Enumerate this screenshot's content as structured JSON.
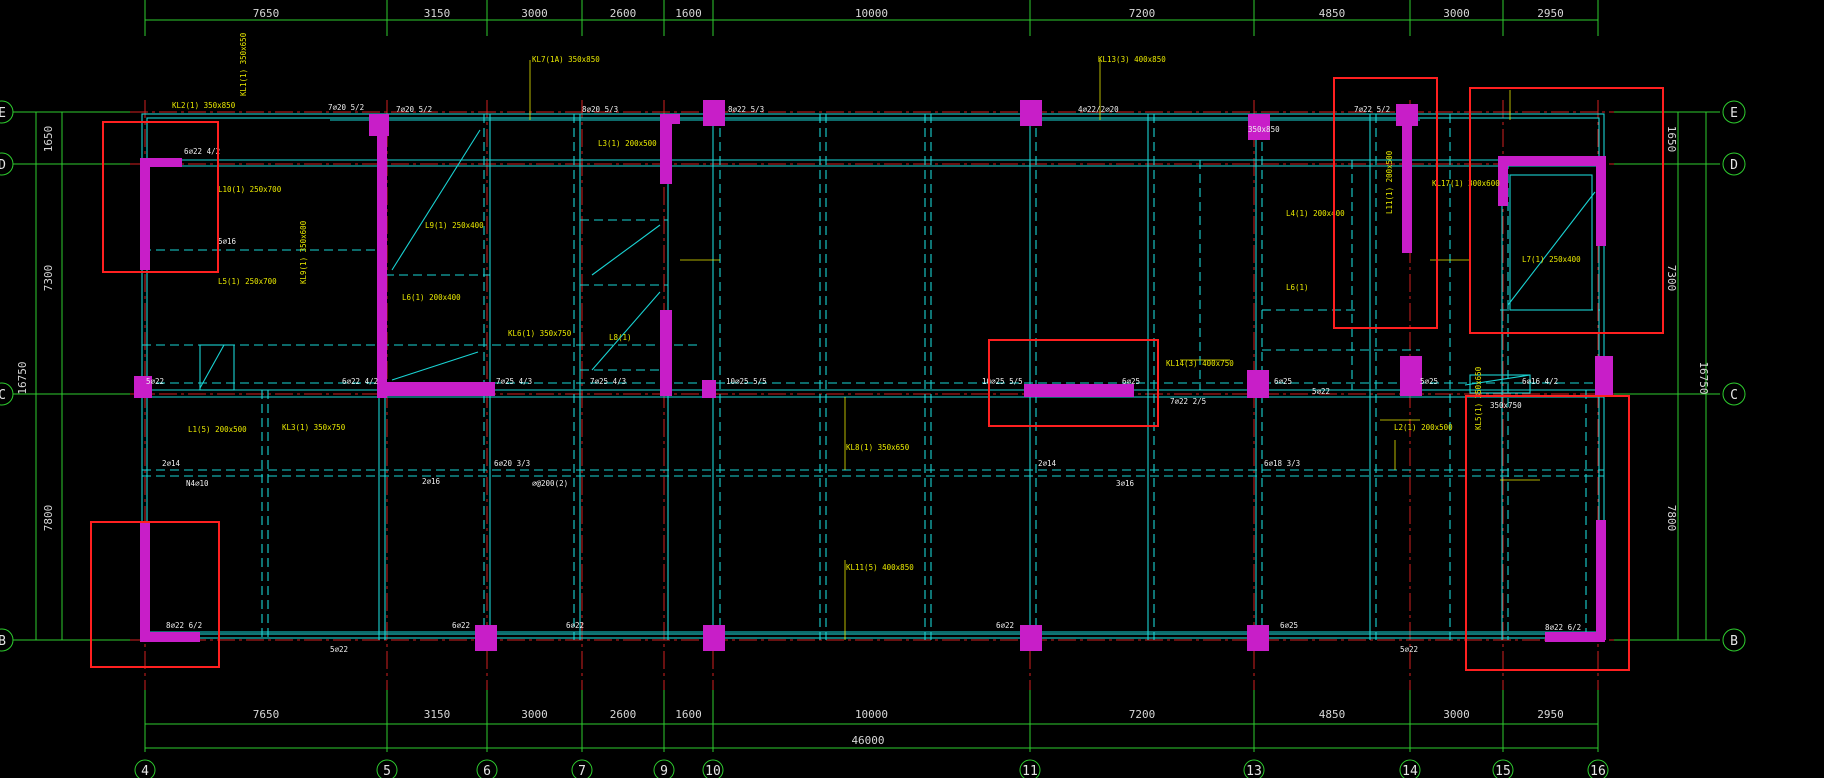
{
  "dims_top": [
    "7650",
    "3150",
    "3000",
    "2600",
    "1600",
    "10000",
    "7200",
    "4850",
    "3000",
    "2950"
  ],
  "dims_bottom": [
    "7650",
    "3150",
    "3000",
    "2600",
    "1600",
    "10000",
    "7200",
    "4850",
    "3000",
    "2950"
  ],
  "total_dim": "46000",
  "col_axes": [
    "4",
    "5",
    "6",
    "7",
    "9",
    "10",
    "11",
    "13",
    "14",
    "15",
    "16"
  ],
  "row_axes": [
    "E",
    "D",
    "C",
    "B"
  ],
  "left_dims": [
    "1650",
    "7300",
    "7800"
  ],
  "left_total": "16750",
  "right_dims": [
    "1650",
    "7300",
    "7800"
  ],
  "right_total": "16750",
  "beam_labels": [
    {
      "t": "KL2(1) 350x850",
      "c": "ann"
    },
    {
      "t": "KL1(1) 350x650",
      "c": "ann"
    },
    {
      "t": "L10(1) 250x700",
      "c": "ann"
    },
    {
      "t": "L5(1) 250x700",
      "c": "ann"
    },
    {
      "t": "L9(1) 250x400",
      "c": "ann"
    },
    {
      "t": "L6(1) 200x400",
      "c": "ann"
    },
    {
      "t": "KL7(1A) 350x850",
      "c": "ann"
    },
    {
      "t": "KL9(1) 350x600",
      "c": "ann"
    },
    {
      "t": "L3(1) 200x500",
      "c": "ann"
    },
    {
      "t": "KL6(1) 350x750",
      "c": "ann"
    },
    {
      "t": "L1(5) 200x500",
      "c": "ann"
    },
    {
      "t": "KL3(1) 350x750",
      "c": "ann"
    },
    {
      "t": "KL8(1) 350x650",
      "c": "ann"
    },
    {
      "t": "KL11(5) 400x850",
      "c": "ann"
    },
    {
      "t": "KL13(3) 400x850",
      "c": "ann"
    },
    {
      "t": "KL14(3) 400x750",
      "c": "ann"
    },
    {
      "t": "L4(1) 200x400",
      "c": "ann"
    },
    {
      "t": "L11(1) 200x500",
      "c": "ann"
    },
    {
      "t": "KL17(1) 300x600",
      "c": "ann"
    },
    {
      "t": "L7(1) 250x400",
      "c": "ann"
    },
    {
      "t": "L2(1) 200x500",
      "c": "ann"
    },
    {
      "t": "KL5(1) 350x650",
      "c": "ann"
    },
    {
      "t": "L8(1)",
      "c": "ann"
    },
    {
      "t": "L6(1)",
      "c": "ann"
    }
  ],
  "rebar_labels": [
    {
      "t": "7⌀20 5/2",
      "c": "annw"
    },
    {
      "t": "7⌀20 5/2",
      "c": "annw"
    },
    {
      "t": "8⌀20 5/3",
      "c": "annw"
    },
    {
      "t": "8⌀22 5/3",
      "c": "annw"
    },
    {
      "t": "4⌀22/2⌀20",
      "c": "annw"
    },
    {
      "t": "7⌀22 5/2",
      "c": "annw"
    },
    {
      "t": "6⌀22 4/2",
      "c": "annw"
    },
    {
      "t": "5⌀16",
      "c": "annw"
    },
    {
      "t": "5⌀22",
      "c": "annw"
    },
    {
      "t": "6⌀22 4/2",
      "c": "annw"
    },
    {
      "t": "7⌀25 4/3",
      "c": "annw"
    },
    {
      "t": "7⌀25 4/3",
      "c": "annw"
    },
    {
      "t": "10⌀25 5/5",
      "c": "annw"
    },
    {
      "t": "10⌀25 5/5",
      "c": "annw"
    },
    {
      "t": "6⌀25",
      "c": "annw"
    },
    {
      "t": "6⌀25",
      "c": "annw"
    },
    {
      "t": "5⌀22",
      "c": "annw"
    },
    {
      "t": "5⌀25",
      "c": "annw"
    },
    {
      "t": "6⌀16 4/2",
      "c": "annw"
    },
    {
      "t": "350x750",
      "c": "annw"
    },
    {
      "t": "350x850",
      "c": "annw"
    },
    {
      "t": "8⌀22 6/2",
      "c": "annw"
    },
    {
      "t": "5⌀22",
      "c": "annw"
    },
    {
      "t": "6⌀22",
      "c": "annw"
    },
    {
      "t": "6⌀22",
      "c": "annw"
    },
    {
      "t": "6⌀22",
      "c": "annw"
    },
    {
      "t": "6⌀25",
      "c": "annw"
    },
    {
      "t": "5⌀22",
      "c": "annw"
    },
    {
      "t": "8⌀22 6/2",
      "c": "annw"
    },
    {
      "t": "2⌀14",
      "c": "annw"
    },
    {
      "t": "2⌀16",
      "c": "annw"
    },
    {
      "t": "6⌀20 3/3",
      "c": "annw"
    },
    {
      "t": "⌀@200(2)",
      "c": "annw"
    },
    {
      "t": "2⌀14",
      "c": "annw"
    },
    {
      "t": "3⌀16",
      "c": "annw"
    },
    {
      "t": "6⌀18 3/3",
      "c": "annw"
    },
    {
      "t": "N4⌀10",
      "c": "annw"
    },
    {
      "t": "7⌀22 2/5",
      "c": "annw"
    }
  ]
}
